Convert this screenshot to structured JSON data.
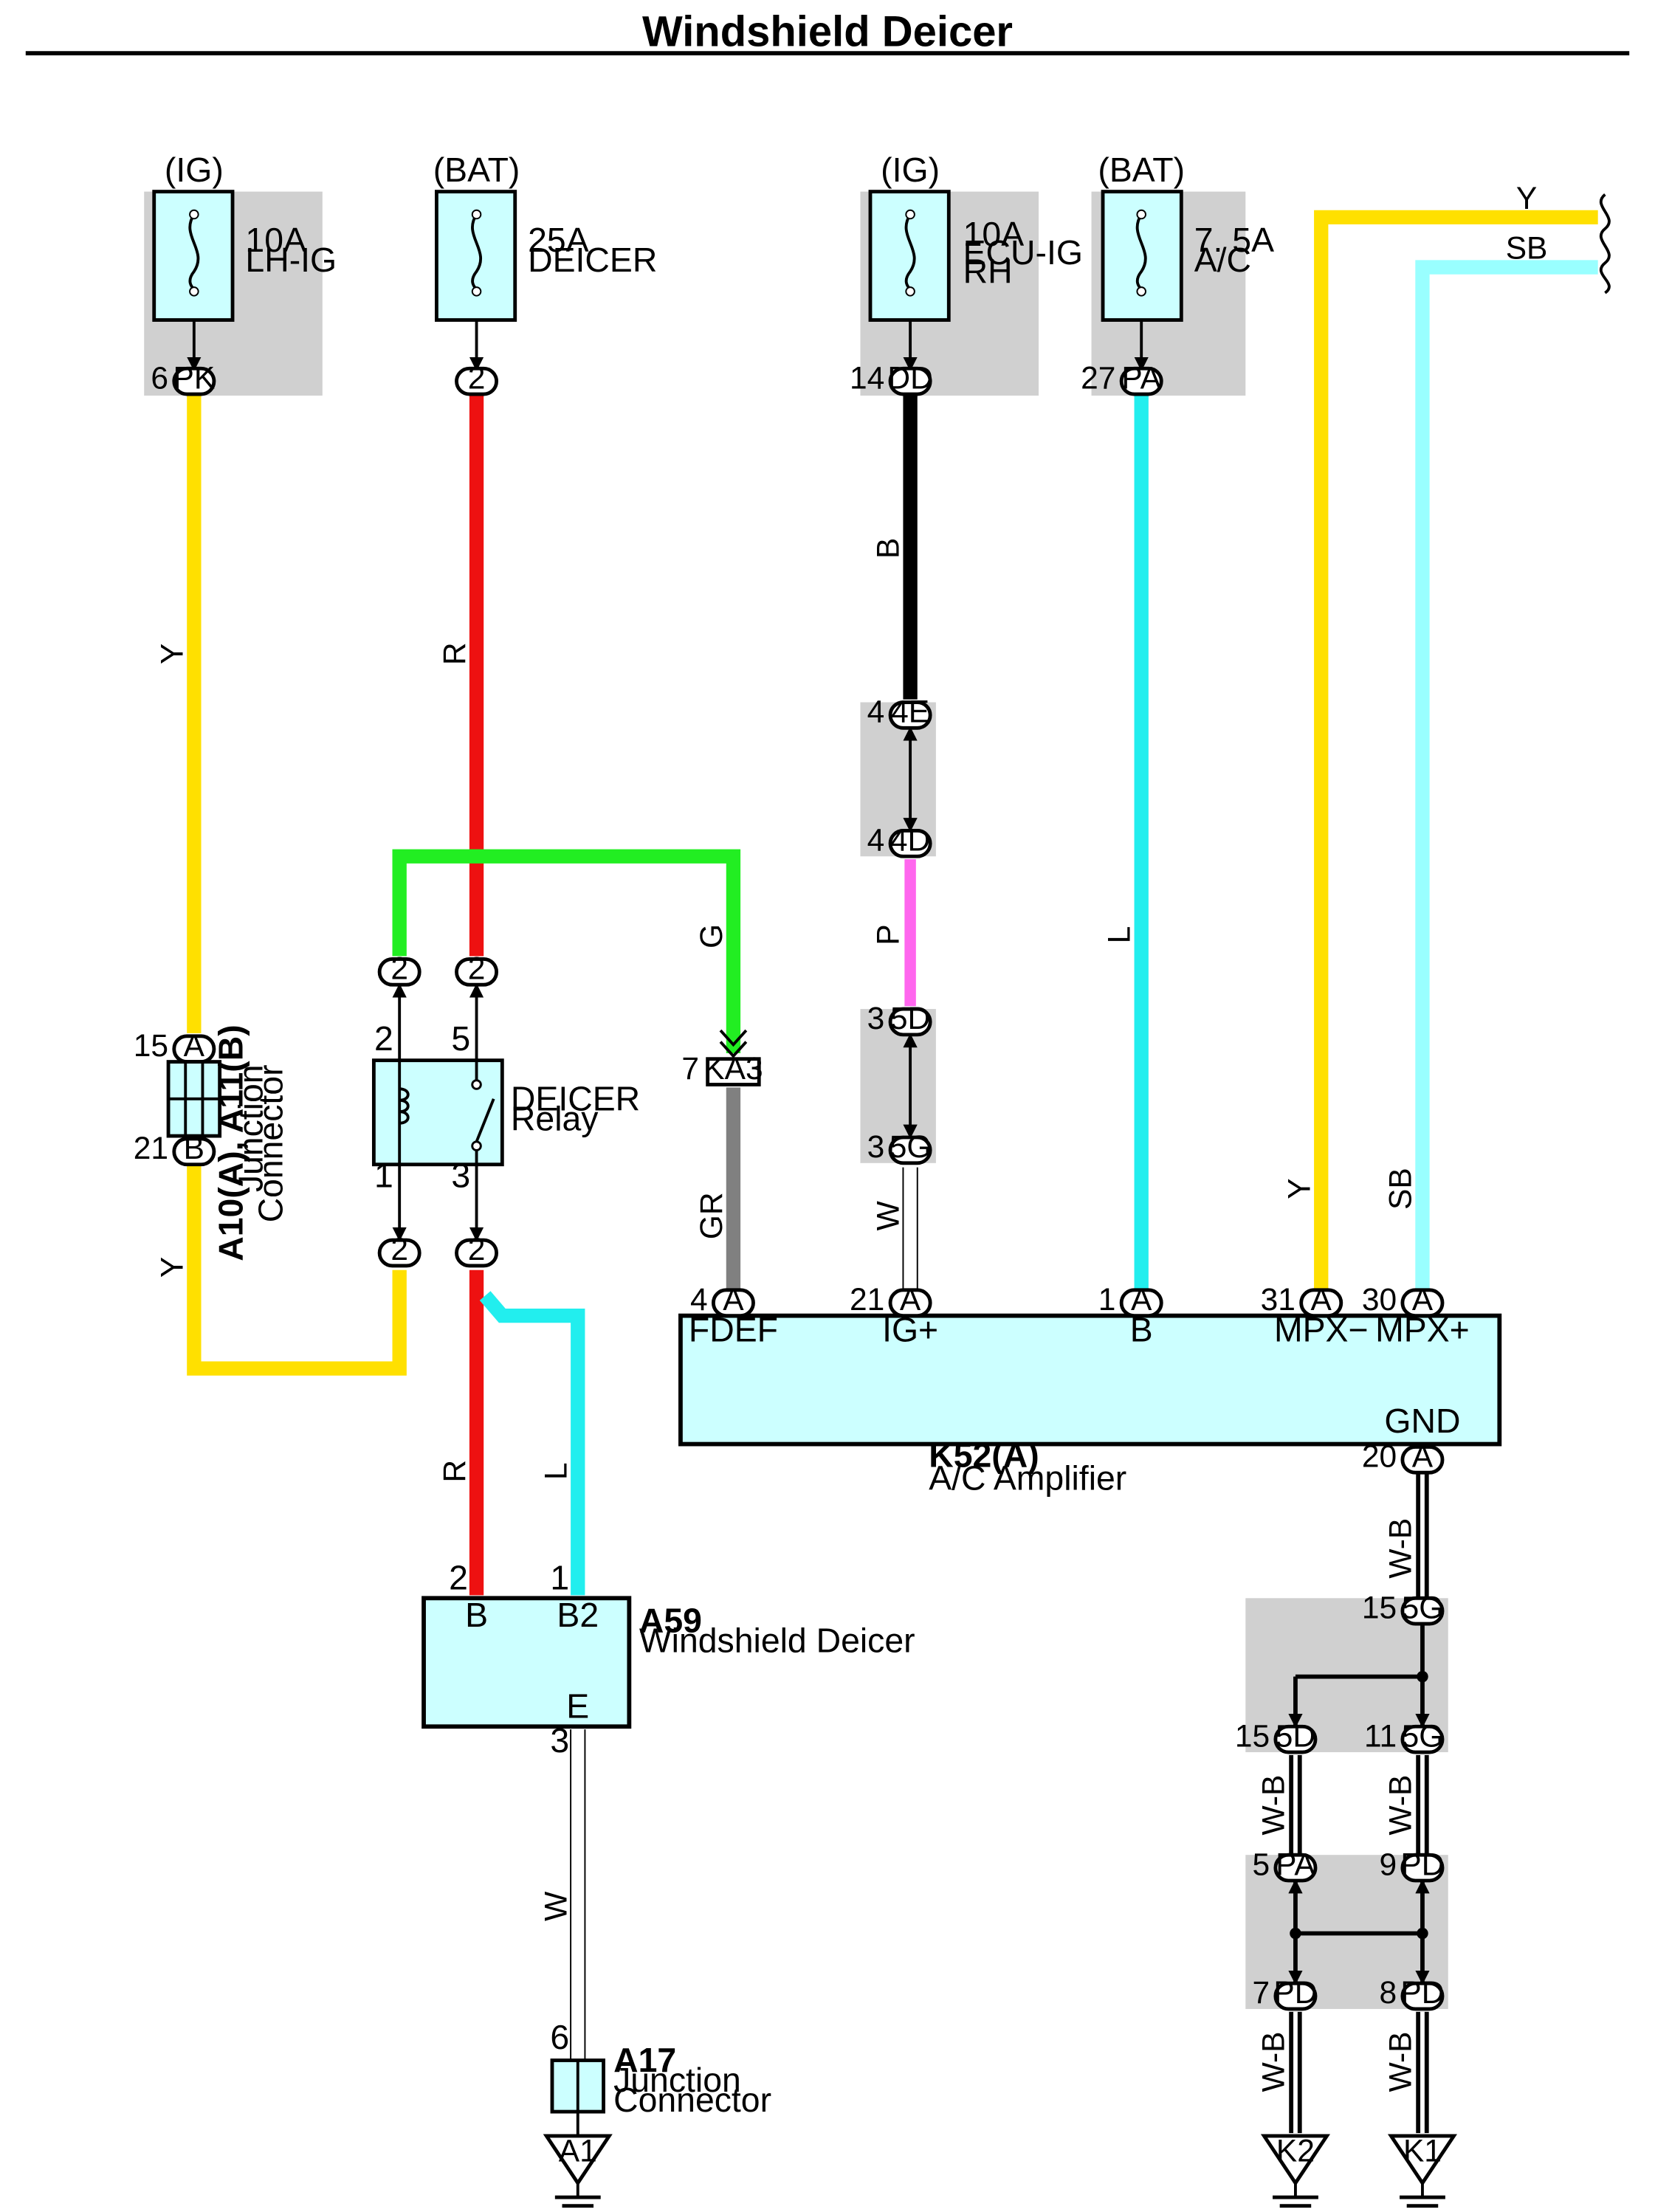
{
  "title": "Windshield Deicer",
  "colors": {
    "Y": "#ffe000",
    "R": "#ee1111",
    "G": "#22ee22",
    "B": "#000000",
    "P": "#ff66ee",
    "L": "#22eeee",
    "SB": "#99ffff",
    "GR": "#808080",
    "W": "#ffffff",
    "box": "#ccffff",
    "gray": "#d0d0d0"
  },
  "fuses": {
    "f1": {
      "supply": "(IG)",
      "amp": "10A",
      "name1": "LH-IG",
      "name2": ""
    },
    "f2": {
      "supply": "(BAT)",
      "amp": "25A",
      "name1": "DEICER",
      "name2": ""
    },
    "f3": {
      "supply": "(IG)",
      "amp": "10A",
      "name1": "ECU-IG",
      "name2": "RH"
    },
    "f4": {
      "supply": "(BAT)",
      "amp": "7. 5A",
      "name1": "A/C",
      "name2": ""
    }
  },
  "connectors": {
    "pk": {
      "code": "PK",
      "pin": "6"
    },
    "c2_fuse": {
      "code": "2"
    },
    "dd": {
      "code": "DD",
      "pin": "14"
    },
    "pa_top": {
      "code": "PA",
      "pin": "27"
    },
    "e4": {
      "code": "4E",
      "pin": "4"
    },
    "d4": {
      "code": "4D",
      "pin": "4"
    },
    "d5": {
      "code": "5D",
      "pin": "3"
    },
    "g5_mid": {
      "code": "5G",
      "pin": "3"
    },
    "ka3": {
      "code": "KA3",
      "pin": "7"
    },
    "c2": {
      "code": "2"
    },
    "jA": {
      "code": "A",
      "pin": "15"
    },
    "jB": {
      "code": "B",
      "pin": "21"
    },
    "g5_top": {
      "code": "5G",
      "pin": "15"
    },
    "d5_low": {
      "code": "5D",
      "pin": "15"
    },
    "g5_low": {
      "code": "5G",
      "pin": "11"
    },
    "pa_low": {
      "code": "PA",
      "pin": "5"
    },
    "pd_r": {
      "code": "PD",
      "pin": "9"
    },
    "pd_l2": {
      "code": "PD",
      "pin": "7"
    },
    "pd_r2": {
      "code": "PD",
      "pin": "8"
    }
  },
  "relay": {
    "name1": "DEICER",
    "name2": "Relay",
    "p2": "2",
    "p5": "5",
    "p1": "1",
    "p3": "3"
  },
  "junction": {
    "name": "A10(A), A11(B)",
    "l1": "Junction",
    "l2": "Connector"
  },
  "amplifier": {
    "id": "K52(A)",
    "name": "A/C Amplifier",
    "pins": [
      {
        "num": "4",
        "code": "A",
        "label": "FDEF"
      },
      {
        "num": "21",
        "code": "A",
        "label": "IG+"
      },
      {
        "num": "1",
        "code": "A",
        "label": "B"
      },
      {
        "num": "31",
        "code": "A",
        "label": "MPX−"
      },
      {
        "num": "30",
        "code": "A",
        "label": "MPX+"
      }
    ],
    "gnd": {
      "num": "20",
      "code": "A",
      "label": "GND"
    }
  },
  "deicer": {
    "id": "A59",
    "name": "Windshield Deicer",
    "pB": "B",
    "pB2": "B2",
    "pE": "E",
    "n2": "2",
    "n1": "1",
    "n3": "3"
  },
  "a17": {
    "id": "A17",
    "l1": "Junction",
    "l2": "Connector",
    "pin": "6"
  },
  "grounds": {
    "a1": "A1",
    "k2": "K2",
    "k1": "K1"
  },
  "wire_codes": {
    "y1": "Y",
    "y2": "Y",
    "r1": "R",
    "r2": "R",
    "g": "G",
    "b": "B",
    "p": "P",
    "w1": "W",
    "l1": "L",
    "l2": "L",
    "gr": "GR",
    "y3": "Y",
    "sb": "SB",
    "w2": "W",
    "wb1": "W-B",
    "wb2": "W-B",
    "wb3": "W-B",
    "wb4": "W-B",
    "wb5": "W-B",
    "y_top": "Y",
    "sb_top": "SB"
  }
}
